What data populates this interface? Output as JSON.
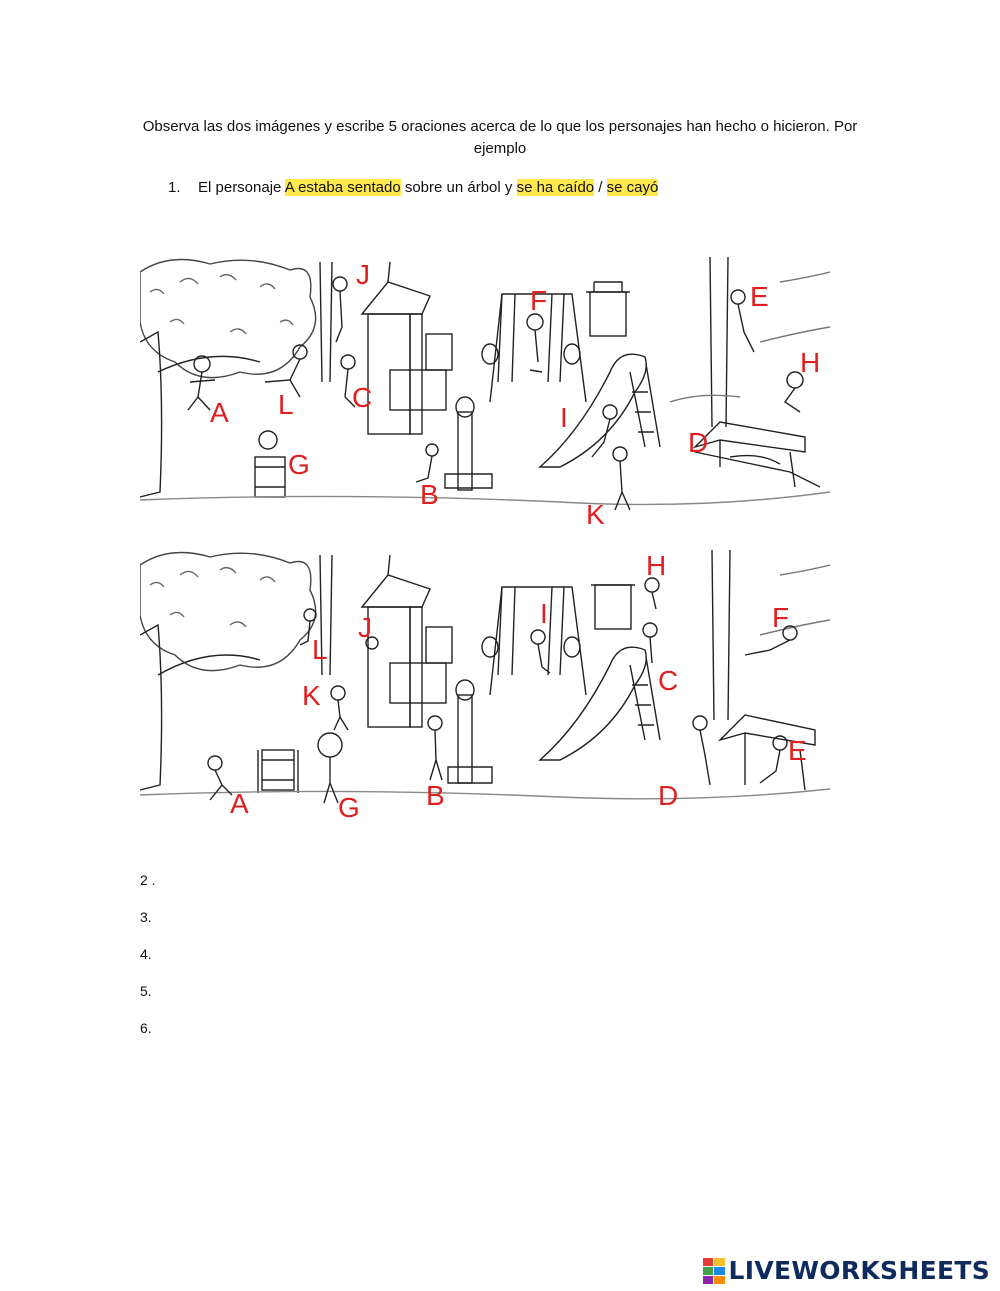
{
  "instructions": "Observa las dos imágenes y escribe 5 oraciones acerca de lo que los personajes han hecho o hicieron. Por ejemplo",
  "example": {
    "number": "1.",
    "part1": "El personaje ",
    "highlight1": "A estaba sentado",
    "part2": " sobre un árbol y ",
    "highlight2": "se ha caído",
    "separator": " / ",
    "highlight3": "se cayó"
  },
  "scene_top_labels": [
    "J",
    "F",
    "E",
    "H",
    "A",
    "L",
    "C",
    "I",
    "D",
    "G",
    "B",
    "K"
  ],
  "scene_bottom_labels": [
    "H",
    "I",
    "J",
    "F",
    "L",
    "C",
    "K",
    "E",
    "B",
    "D",
    "A",
    "G"
  ],
  "answer_lines": [
    "2 .",
    "3.",
    "4.",
    "5.",
    "6."
  ],
  "brand": {
    "name": "LIVEWORKSHEETS",
    "colors": [
      "#e53935",
      "#fbc02d",
      "#43a047",
      "#1e88e5",
      "#8e24aa",
      "#fb8c00"
    ]
  }
}
